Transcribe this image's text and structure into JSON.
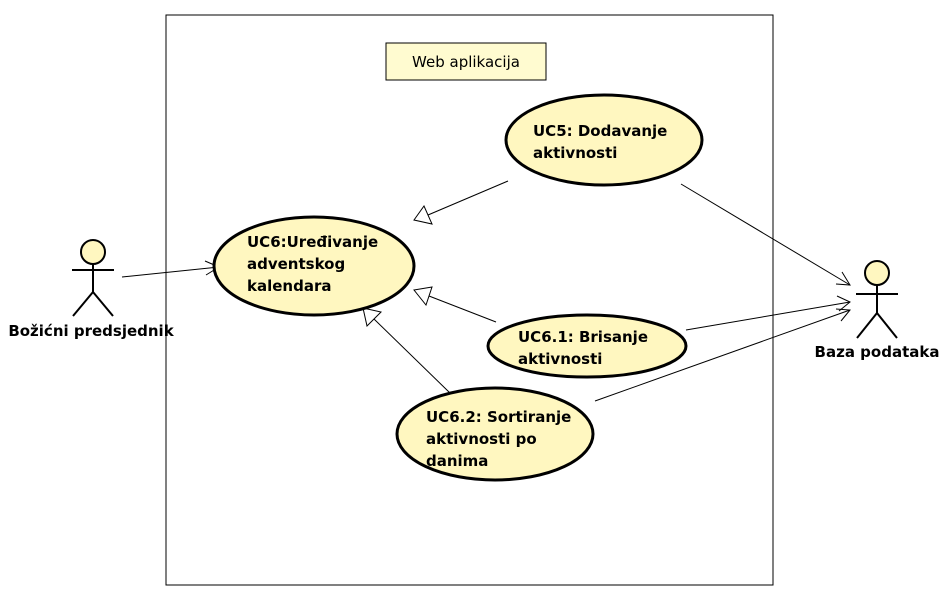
{
  "system": {
    "label": "Web aplikacija"
  },
  "actors": {
    "bozicni": {
      "label": "Božićni predsjednik"
    },
    "baza": {
      "label": "Baza podataka"
    }
  },
  "use_cases": {
    "uc6": {
      "lines": [
        "UC6:Uređivanje",
        "adventskog",
        "kalendara"
      ]
    },
    "uc5": {
      "lines": [
        "UC5: Dodavanje",
        "aktivnosti"
      ]
    },
    "uc61": {
      "lines": [
        "UC6.1: Brisanje",
        "aktivnosti"
      ]
    },
    "uc62": {
      "lines": [
        "UC6.2: Sortiranje",
        "aktivnosti po",
        "danima"
      ]
    }
  },
  "colors": {
    "fill": "#fff7c0",
    "stroke": "#000000",
    "label_fill": "#fffbd0"
  }
}
